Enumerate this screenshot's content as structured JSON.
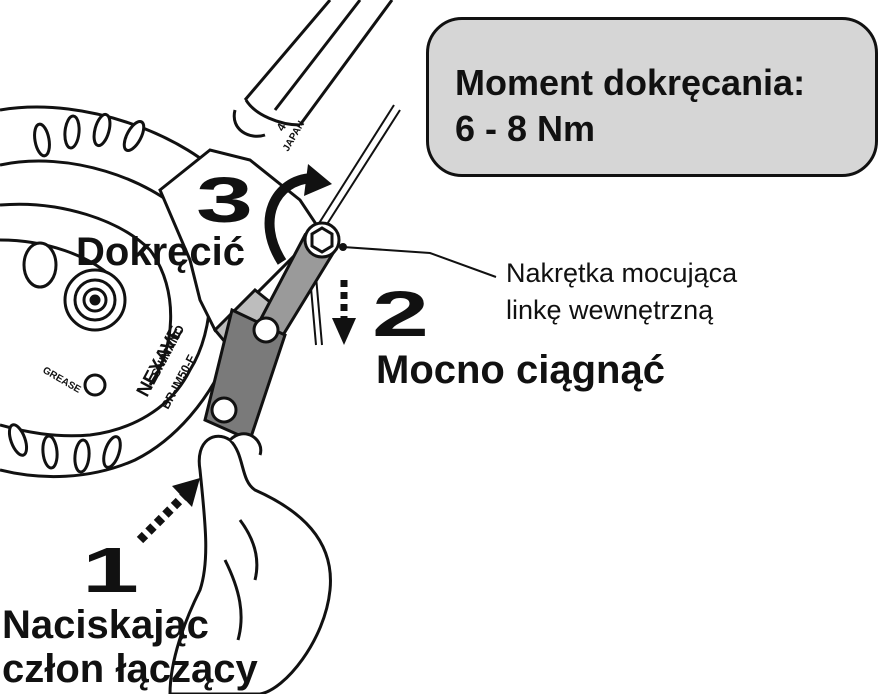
{
  "torque": {
    "line1": "Moment dokręcania:",
    "line2": "6 - 8 Nm"
  },
  "steps": {
    "one": {
      "number": "1",
      "line1": "Naciskając",
      "line2": "człon łączący"
    },
    "two": {
      "number": "2",
      "label": "Mocno ciągnąć"
    },
    "three": {
      "number": "3",
      "label": "Dokręcić"
    }
  },
  "callout": {
    "line1": "Nakrętka mocująca",
    "line2": "linkę wewnętrzną"
  },
  "hub_markings": {
    "brand": "SHIMANO",
    "model": "NEXAVE",
    "part": "BR-IM50-F",
    "grease": "GREASE",
    "country": "JAPAN",
    "number": "4"
  },
  "colors": {
    "ink": "#111111",
    "box_fill": "#d6d6d6",
    "part_gray": "#8a8a8a"
  }
}
